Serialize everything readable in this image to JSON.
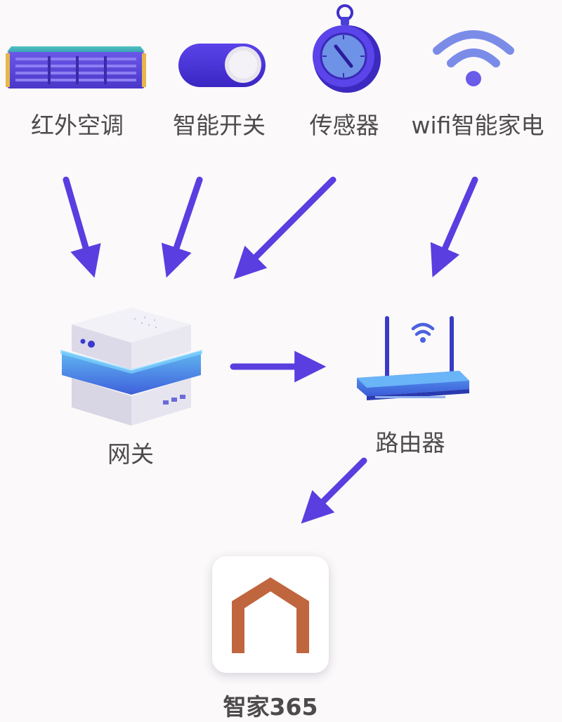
{
  "devices": {
    "ir_ac": {
      "label": "红外空调",
      "icon": "air-conditioner-icon"
    },
    "smart_switch": {
      "label": "智能开关",
      "icon": "toggle-switch-icon"
    },
    "sensor": {
      "label": "传感器",
      "icon": "sensor-dial-icon"
    },
    "wifi_appliance": {
      "label": "wifi智能家电",
      "icon": "wifi-icon"
    }
  },
  "hubs": {
    "gateway": {
      "label": "网关",
      "icon": "gateway-server-icon"
    },
    "router": {
      "label": "路由器",
      "icon": "router-icon"
    }
  },
  "app": {
    "label": "智家365",
    "icon": "house-app-icon"
  },
  "colors": {
    "arrow": "#5a3ee0",
    "device_blue": "#4a3fd8",
    "house": "#c0663f",
    "text": "#4d4b4c"
  },
  "connections": [
    {
      "from": "ir_ac",
      "to": "gateway"
    },
    {
      "from": "smart_switch",
      "to": "gateway"
    },
    {
      "from": "sensor",
      "to": "gateway"
    },
    {
      "from": "wifi_appliance",
      "to": "router"
    },
    {
      "from": "gateway",
      "to": "router"
    },
    {
      "from": "router",
      "to": "app"
    }
  ]
}
